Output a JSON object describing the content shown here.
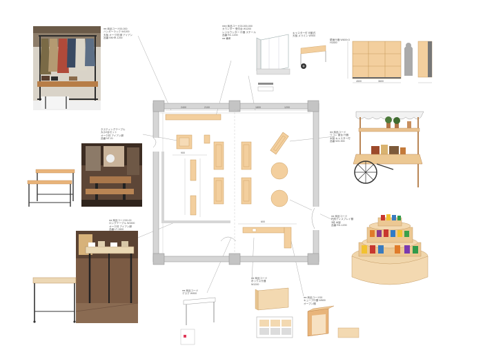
{
  "annotations": {
    "rack": [
      "●● 商品コード00-000",
      "ハンガーラック W1200",
      "天板 オーク材 脚 アイアン",
      "品番 NKHR-1200"
    ],
    "counter": [
      "●●● 商品コード00-000-000",
      "カウンター 受付台 W1200",
      "レジカウンター 什器 スチール",
      "品番 RC-1200",
      "●● 備考"
    ],
    "counter_side": [
      "キャスター付 可動式",
      "天板 メラミン W900"
    ],
    "shelf_wall": [
      "壁面什器 W600×3",
      "H1800"
    ],
    "nesting": [
      "ネスティングテーブル",
      "大小2台セット",
      "オーク材 アイアン脚",
      "品番 NT-01"
    ],
    "cart": [
      "●● 商品コード",
      "ワゴン 屋台 什器",
      "木製 キャスター付",
      "品番 WG-900"
    ],
    "long_table": [
      "●● 商品コード00-00",
      "ロングテーブル W1500",
      "オーク材 アイアン脚",
      "品番 LT-1500"
    ],
    "round_shelf": [
      "●● 商品コード",
      "円形ディスプレイ棚",
      "3段 木製",
      "品番 RD-1200"
    ],
    "desk": [
      "●● 商品コード",
      "デスク W900"
    ],
    "box": [
      "●● 商品コード",
      "ボックス什器",
      "W1200"
    ],
    "cube": [
      "●● 商品コード00",
      "キューブ什器 W600",
      "オープン棚"
    ],
    "fp_dim": [
      "2400",
      "2100",
      "1800",
      "1200",
      "900",
      "600",
      "4500",
      "3600"
    ]
  }
}
